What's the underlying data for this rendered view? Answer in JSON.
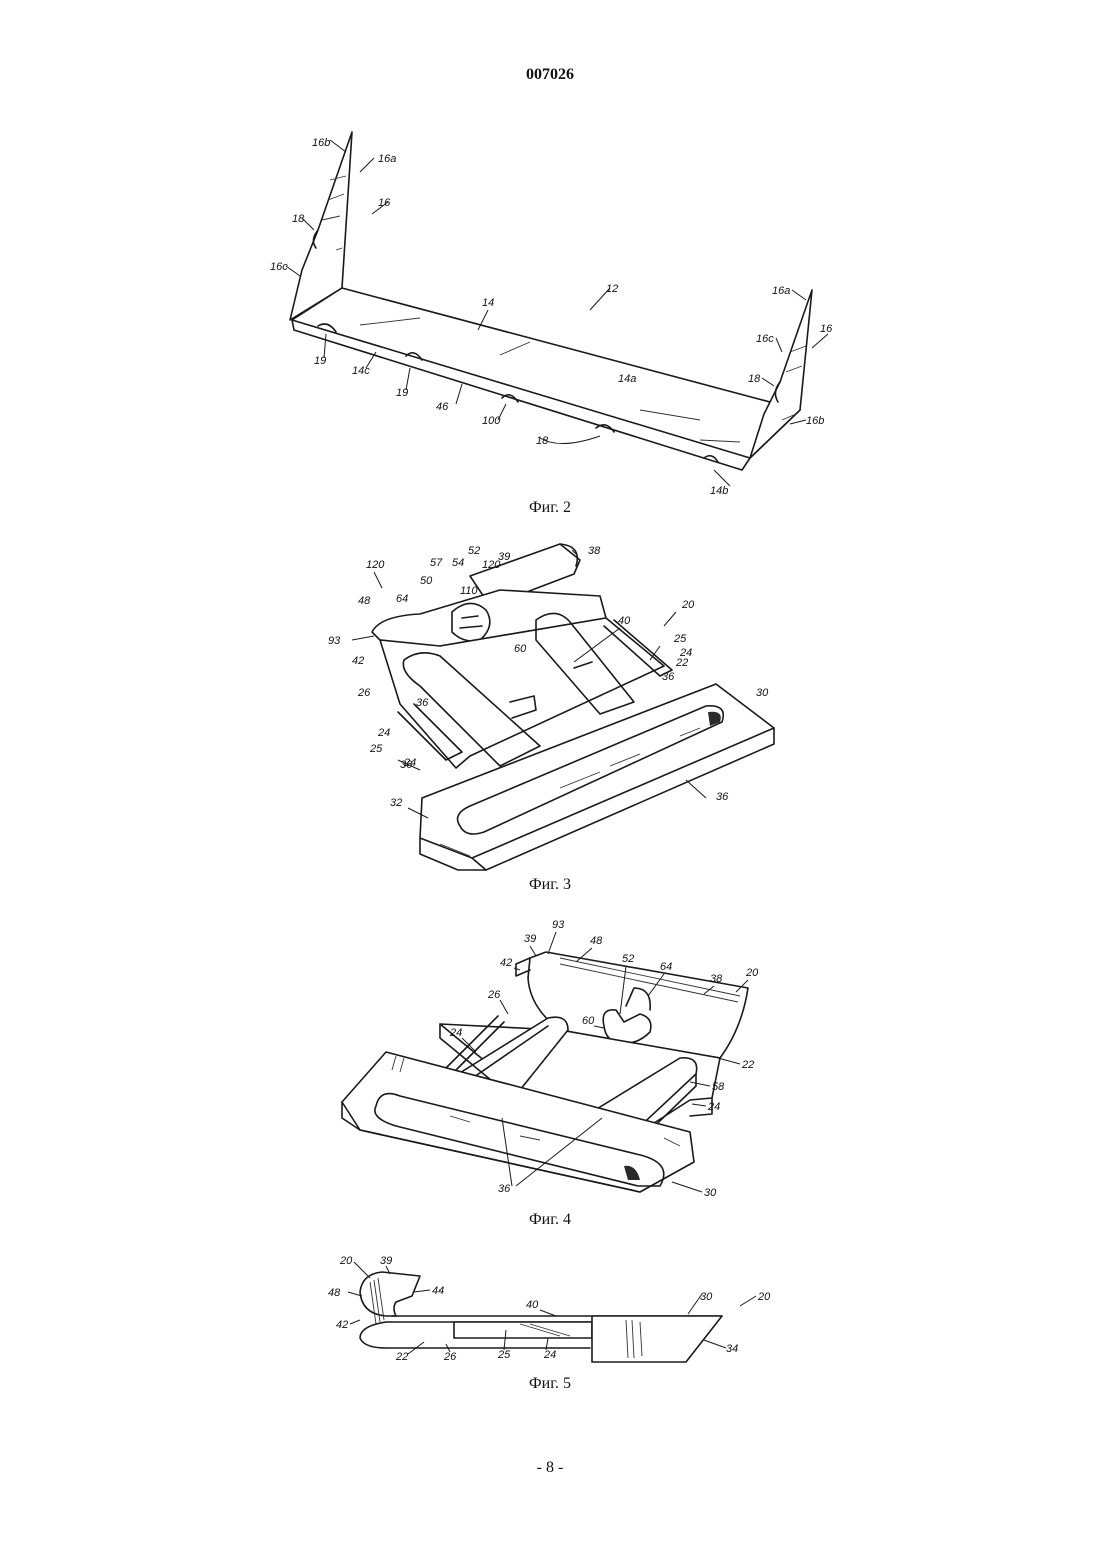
{
  "header": {
    "doc_number": "007026"
  },
  "figures": [
    {
      "caption": "Фиг. 2",
      "labels": [
        "16b",
        "16a",
        "16",
        "18",
        "16c",
        "14",
        "12",
        "16a",
        "16c",
        "16",
        "18",
        "16b",
        "19",
        "14c",
        "19",
        "46",
        "100",
        "18",
        "14a",
        "14b"
      ]
    },
    {
      "caption": "Фиг. 3",
      "labels": [
        "120",
        "57",
        "54",
        "52",
        "39",
        "38",
        "50",
        "110",
        "120",
        "48",
        "64",
        "60",
        "93",
        "42",
        "26",
        "24",
        "25",
        "24",
        "36",
        "20",
        "40",
        "25",
        "24",
        "22",
        "36",
        "30",
        "36",
        "32",
        "36"
      ]
    },
    {
      "caption": "Фиг. 4",
      "labels": [
        "39",
        "93",
        "48",
        "42",
        "26",
        "52",
        "64",
        "38",
        "20",
        "24",
        "60",
        "22",
        "58",
        "24",
        "36",
        "30"
      ]
    },
    {
      "caption": "Фиг. 5",
      "labels": [
        "20",
        "39",
        "44",
        "48",
        "42",
        "40",
        "30",
        "20",
        "22",
        "26",
        "25",
        "24",
        "34"
      ]
    }
  ],
  "footer": {
    "page_number": "- 8 -"
  }
}
